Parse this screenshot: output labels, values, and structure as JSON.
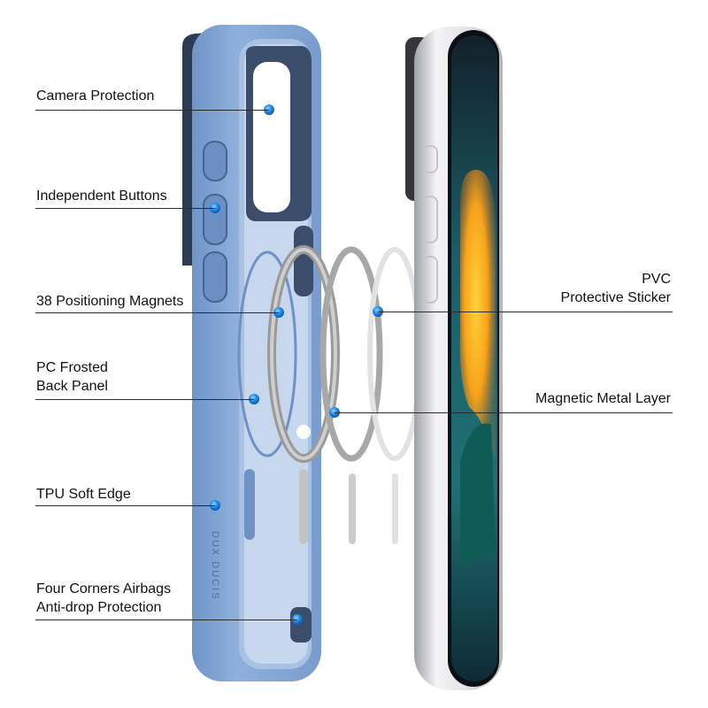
{
  "brand_mark": "DUX DUCIS",
  "callouts": [
    {
      "id": "camera-protection",
      "lines": [
        "Camera Protection"
      ]
    },
    {
      "id": "independent-buttons",
      "lines": [
        "Independent Buttons"
      ]
    },
    {
      "id": "positioning-magnets",
      "lines": [
        "38 Positioning Magnets"
      ]
    },
    {
      "id": "back-panel",
      "lines": [
        "PC Frosted",
        "Back Panel"
      ]
    },
    {
      "id": "soft-edge",
      "lines": [
        "TPU Soft Edge"
      ]
    },
    {
      "id": "corner-airbags",
      "lines": [
        "Four Corners Airbags",
        "Anti-drop Protection"
      ]
    },
    {
      "id": "protective-sticker",
      "lines": [
        "PVC",
        "Protective Sticker"
      ]
    },
    {
      "id": "metal-layer",
      "lines": [
        "Magnetic Metal Layer"
      ]
    }
  ],
  "colors": {
    "case_blue": "#7fa3d2",
    "case_blue_dark": "#5f83b5",
    "marker_blue": "#1e88e5",
    "phone_frame": "#d9dadc",
    "leader_line": "#2b2b2b"
  }
}
